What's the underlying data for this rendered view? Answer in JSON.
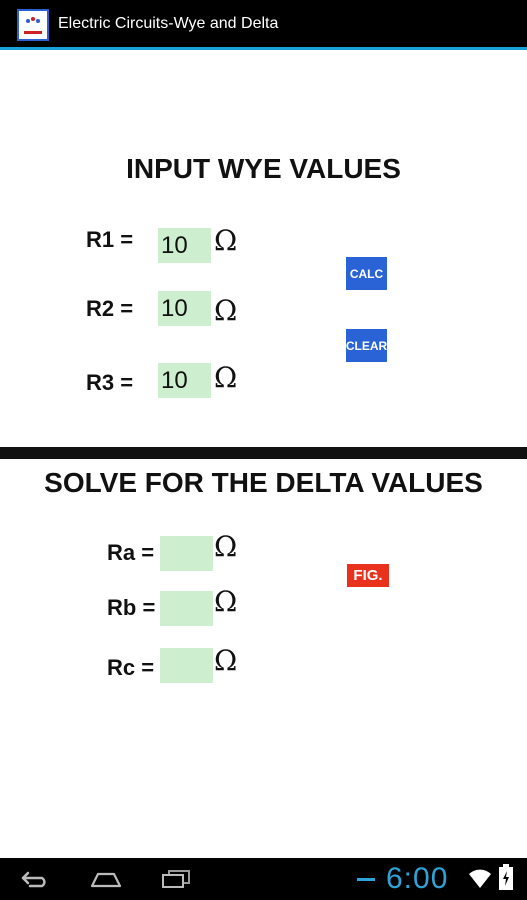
{
  "titlebar": {
    "title": "Electric Circuits-Wye and Delta"
  },
  "wye": {
    "heading": "INPUT WYE VALUES",
    "rows": [
      {
        "label": "R1 =",
        "value": "10",
        "unit": "Ω"
      },
      {
        "label": "R2 =",
        "value": "10",
        "unit": "Ω"
      },
      {
        "label": "R3 =",
        "value": "10",
        "unit": "Ω"
      }
    ],
    "calc_label": "CALC",
    "clear_label": "CLEAR"
  },
  "delta": {
    "heading": "SOLVE FOR THE DELTA VALUES",
    "rows": [
      {
        "label": "Ra =",
        "value": "",
        "unit": "Ω"
      },
      {
        "label": "Rb =",
        "value": "",
        "unit": "Ω"
      },
      {
        "label": "Rc =",
        "value": "",
        "unit": "Ω"
      }
    ],
    "fig_label": "FIG."
  },
  "navbar": {
    "clock": "6:00"
  },
  "colors": {
    "accent": "#1aa0d8",
    "field_bg": "#cdeecf",
    "button_blue": "#2a63d6",
    "button_red": "#e8321e"
  }
}
